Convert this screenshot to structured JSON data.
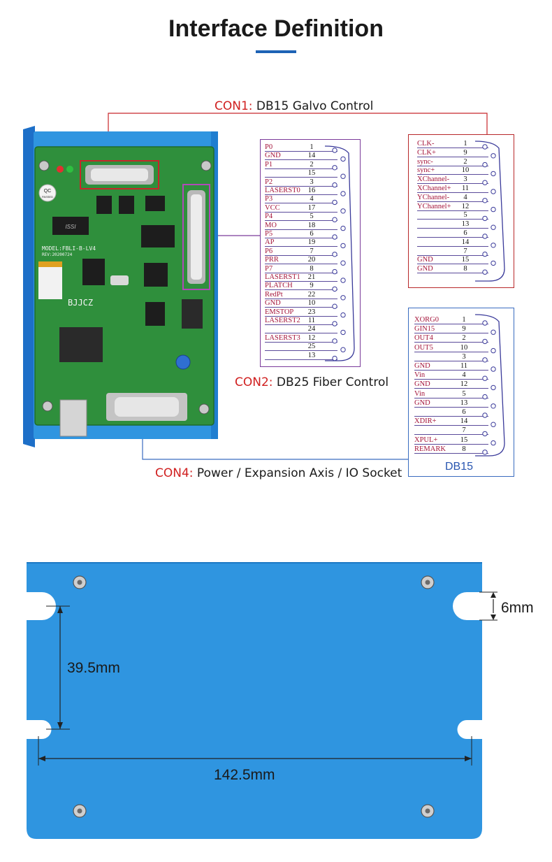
{
  "title": "Interface Definition",
  "con1": {
    "key": "CON1:",
    "text": "DB15 Galvo Control"
  },
  "con2": {
    "key": "CON2:",
    "text": "DB25 Fiber Control"
  },
  "con4": {
    "key": "CON4:",
    "text": "Power / Expansion Axis / IO Socket"
  },
  "board": {
    "model": "MODEL:FBLI-B-LV4",
    "rev": "REV:20200724",
    "brand": "BJJCZ",
    "qc": "QC",
    "qc_sub": "PASSED",
    "chip": "ISSI"
  },
  "db25_pins": [
    {
      "name": "P0",
      "num": "1"
    },
    {
      "name": "GND",
      "num": "14"
    },
    {
      "name": "P1",
      "num": "2"
    },
    {
      "name": "",
      "num": "15"
    },
    {
      "name": "P2",
      "num": "3"
    },
    {
      "name": "LASERST0",
      "num": "16"
    },
    {
      "name": "P3",
      "num": "4"
    },
    {
      "name": "VCC",
      "num": "17"
    },
    {
      "name": "P4",
      "num": "5"
    },
    {
      "name": "MO",
      "num": "18"
    },
    {
      "name": "P5",
      "num": "6"
    },
    {
      "name": "AP",
      "num": "19"
    },
    {
      "name": "P6",
      "num": "7"
    },
    {
      "name": "PRR",
      "num": "20"
    },
    {
      "name": "P7",
      "num": "8"
    },
    {
      "name": "LASERST1",
      "num": "21"
    },
    {
      "name": "PLATCH",
      "num": "9"
    },
    {
      "name": "RedPt",
      "num": "22"
    },
    {
      "name": "GND",
      "num": "10"
    },
    {
      "name": "EMSTOP",
      "num": "23"
    },
    {
      "name": "LASERST2",
      "num": "11"
    },
    {
      "name": "",
      "num": "24"
    },
    {
      "name": "LASERST3",
      "num": "12"
    },
    {
      "name": "",
      "num": "25"
    },
    {
      "name": "",
      "num": "13"
    }
  ],
  "galvo_pins": [
    {
      "name": "CLK-",
      "num": "1"
    },
    {
      "name": "CLK+",
      "num": "9"
    },
    {
      "name": "sync-",
      "num": "2"
    },
    {
      "name": "sync+",
      "num": "10"
    },
    {
      "name": "XChannel-",
      "num": "3"
    },
    {
      "name": "XChannel+",
      "num": "11"
    },
    {
      "name": "YChannel-",
      "num": "4"
    },
    {
      "name": "YChannel+",
      "num": "12"
    },
    {
      "name": "",
      "num": "5"
    },
    {
      "name": "",
      "num": "13"
    },
    {
      "name": "",
      "num": "6"
    },
    {
      "name": "",
      "num": "14"
    },
    {
      "name": "",
      "num": "7"
    },
    {
      "name": "GND",
      "num": "15"
    },
    {
      "name": "GND",
      "num": "8"
    }
  ],
  "io_pins": [
    {
      "name": "XORG0",
      "num": "1"
    },
    {
      "name": "GIN15",
      "num": "9"
    },
    {
      "name": "OUT4",
      "num": "2"
    },
    {
      "name": "OUT5",
      "num": "10"
    },
    {
      "name": "",
      "num": "3"
    },
    {
      "name": "GND",
      "num": "11"
    },
    {
      "name": "Vin",
      "num": "4"
    },
    {
      "name": "GND",
      "num": "12"
    },
    {
      "name": "Vin",
      "num": "5"
    },
    {
      "name": "GND",
      "num": "13"
    },
    {
      "name": "",
      "num": "6"
    },
    {
      "name": "XDIR+",
      "num": "14"
    },
    {
      "name": "",
      "num": "7"
    },
    {
      "name": "XPUL+",
      "num": "15"
    },
    {
      "name": "REMARK",
      "num": "8"
    }
  ],
  "io_box_label": "DB15",
  "dimensions": {
    "slot": "6mm",
    "height": "39.5mm",
    "width": "142.5mm"
  },
  "colors": {
    "title_underline": "#1e63b5",
    "label_red": "#d02020",
    "pcb_green": "#2f8f3c",
    "enclosure_blue": "#2f95e0",
    "db25_box": "#7a3a9a",
    "galvo_box": "#b8282a",
    "io_box": "#3a6cc0"
  }
}
